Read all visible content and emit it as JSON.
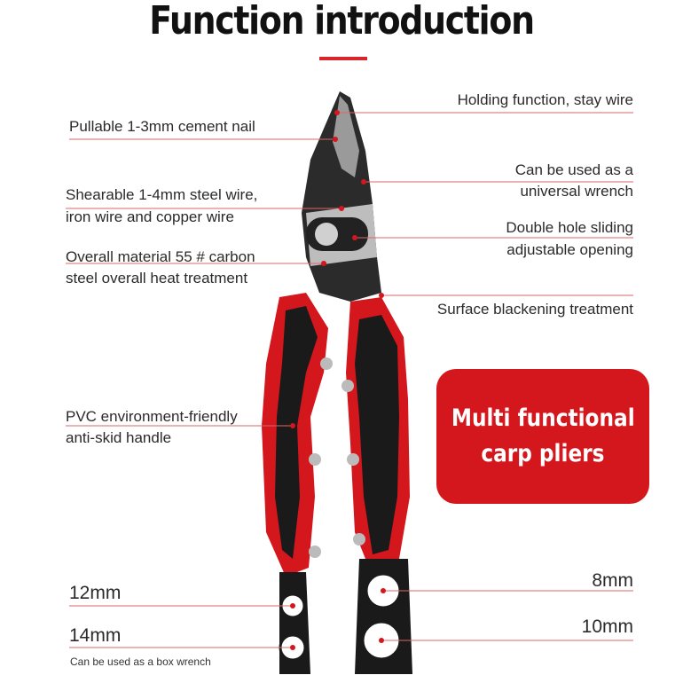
{
  "title": "Function introduction",
  "left_labels": {
    "cement_nail": "Pullable 1-3mm cement nail",
    "shearable_1": "Shearable 1-4mm steel wire,",
    "shearable_2": "iron wire and copper wire",
    "material_1": "Overall material 55 # carbon",
    "material_2": "steel overall heat treatment",
    "handle_1": "PVC environment-friendly",
    "handle_2": "anti-skid handle",
    "size_12": "12mm",
    "size_14": "14mm",
    "box_wrench": "Can be used as a box wrench"
  },
  "right_labels": {
    "holding": "Holding function, stay wire",
    "wrench_1": "Can be used as a",
    "wrench_2": "universal wrench",
    "hole_1": "Double hole sliding",
    "hole_2": "adjustable opening",
    "surface": "Surface blackening treatment",
    "size_8": "8mm",
    "size_10": "10mm"
  },
  "promo": {
    "line1": "Multi functional",
    "line2": "carp pliers"
  },
  "colors": {
    "accent": "#d4161d",
    "handle_black": "#1a1a1a",
    "line": "#d9676b"
  }
}
